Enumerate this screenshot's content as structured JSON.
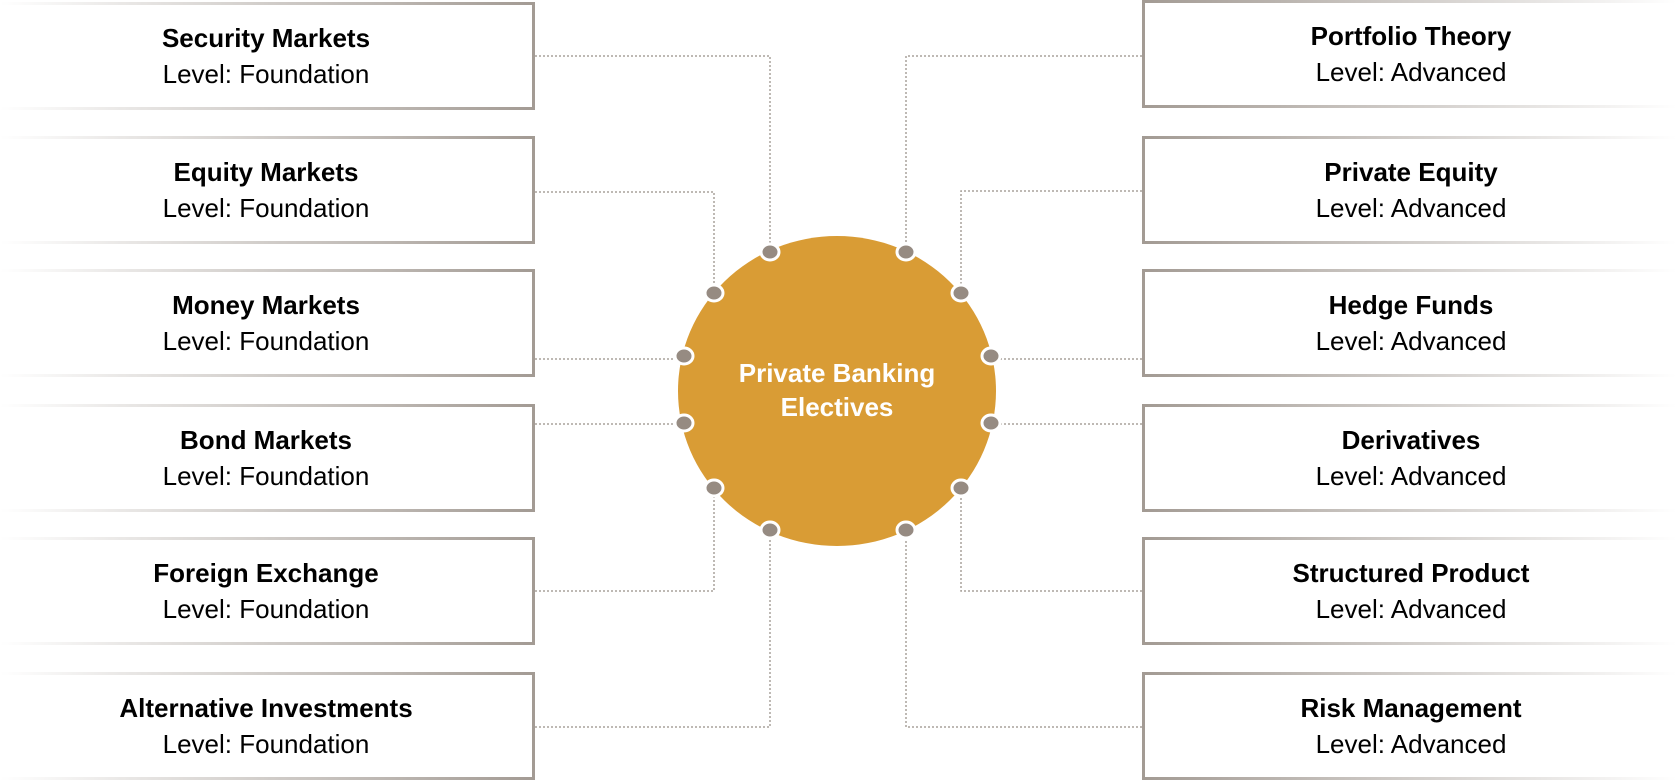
{
  "center": {
    "line1": "Private Banking",
    "line2": "Electives",
    "color": "#D99C35"
  },
  "dot_color": "#968B82",
  "left_courses": [
    {
      "title": "Security Markets",
      "level": "Level: Foundation"
    },
    {
      "title": "Equity Markets",
      "level": "Level: Foundation"
    },
    {
      "title": "Money Markets",
      "level": "Level: Foundation"
    },
    {
      "title": "Bond Markets",
      "level": "Level: Foundation"
    },
    {
      "title": "Foreign Exchange",
      "level": "Level: Foundation"
    },
    {
      "title": "Alternative Investments",
      "level": "Level: Foundation"
    }
  ],
  "right_courses": [
    {
      "title": "Portfolio Theory",
      "level": "Level: Advanced"
    },
    {
      "title": "Private Equity",
      "level": "Level: Advanced"
    },
    {
      "title": "Hedge Funds",
      "level": "Level: Advanced"
    },
    {
      "title": "Derivatives",
      "level": "Level: Advanced"
    },
    {
      "title": "Structured Product",
      "level": "Level: Advanced"
    },
    {
      "title": "Risk Management",
      "level": "Level: Advanced"
    }
  ]
}
